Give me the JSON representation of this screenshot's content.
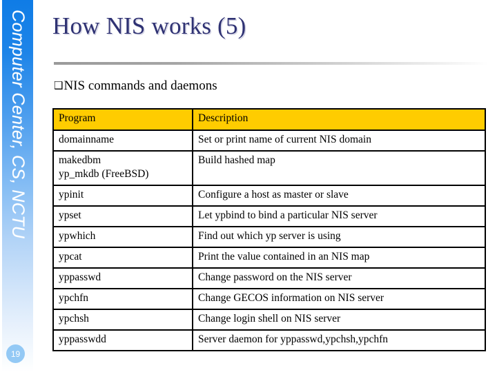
{
  "slide": {
    "title": "How NIS works (5)",
    "page_number": "19",
    "sidebar_text": "Computer Center, CS, NCTU",
    "bullet_glyph": "❑",
    "bullet_text": "NIS commands and daemons"
  },
  "colors": {
    "title": "#2f3273",
    "table_header_bg": "#ffcc00",
    "sidebar_top": "#0f7ce6",
    "sidebar_bottom": "#ffffff",
    "badge_bg": "#93c9f5",
    "table_border": "#000000"
  },
  "table": {
    "columns": [
      "Program",
      "Description"
    ],
    "rows": [
      {
        "program": "domainname",
        "program_alt": "",
        "description": "Set or print name of current NIS domain"
      },
      {
        "program": "makedbm",
        "program_alt": "yp_mkdb (FreeBSD)",
        "description": "Build hashed map"
      },
      {
        "program": "ypinit",
        "program_alt": "",
        "description": "Configure a host as master or slave"
      },
      {
        "program": "ypset",
        "program_alt": "",
        "description": "Let ypbind to bind a particular NIS server"
      },
      {
        "program": "ypwhich",
        "program_alt": "",
        "description": "Find out which yp server is using"
      },
      {
        "program": "ypcat",
        "program_alt": "",
        "description": "Print the value contained in an NIS map"
      },
      {
        "program": "yppasswd",
        "program_alt": "",
        "description": "Change password on the NIS server"
      },
      {
        "program": "ypchfn",
        "program_alt": "",
        "description": "Change GECOS information on NIS server"
      },
      {
        "program": "ypchsh",
        "program_alt": "",
        "description": "Change login shell on NIS server"
      },
      {
        "program": "yppasswdd",
        "program_alt": "",
        "description": "Server daemon for yppasswd,ypchsh,ypchfn"
      }
    ]
  }
}
